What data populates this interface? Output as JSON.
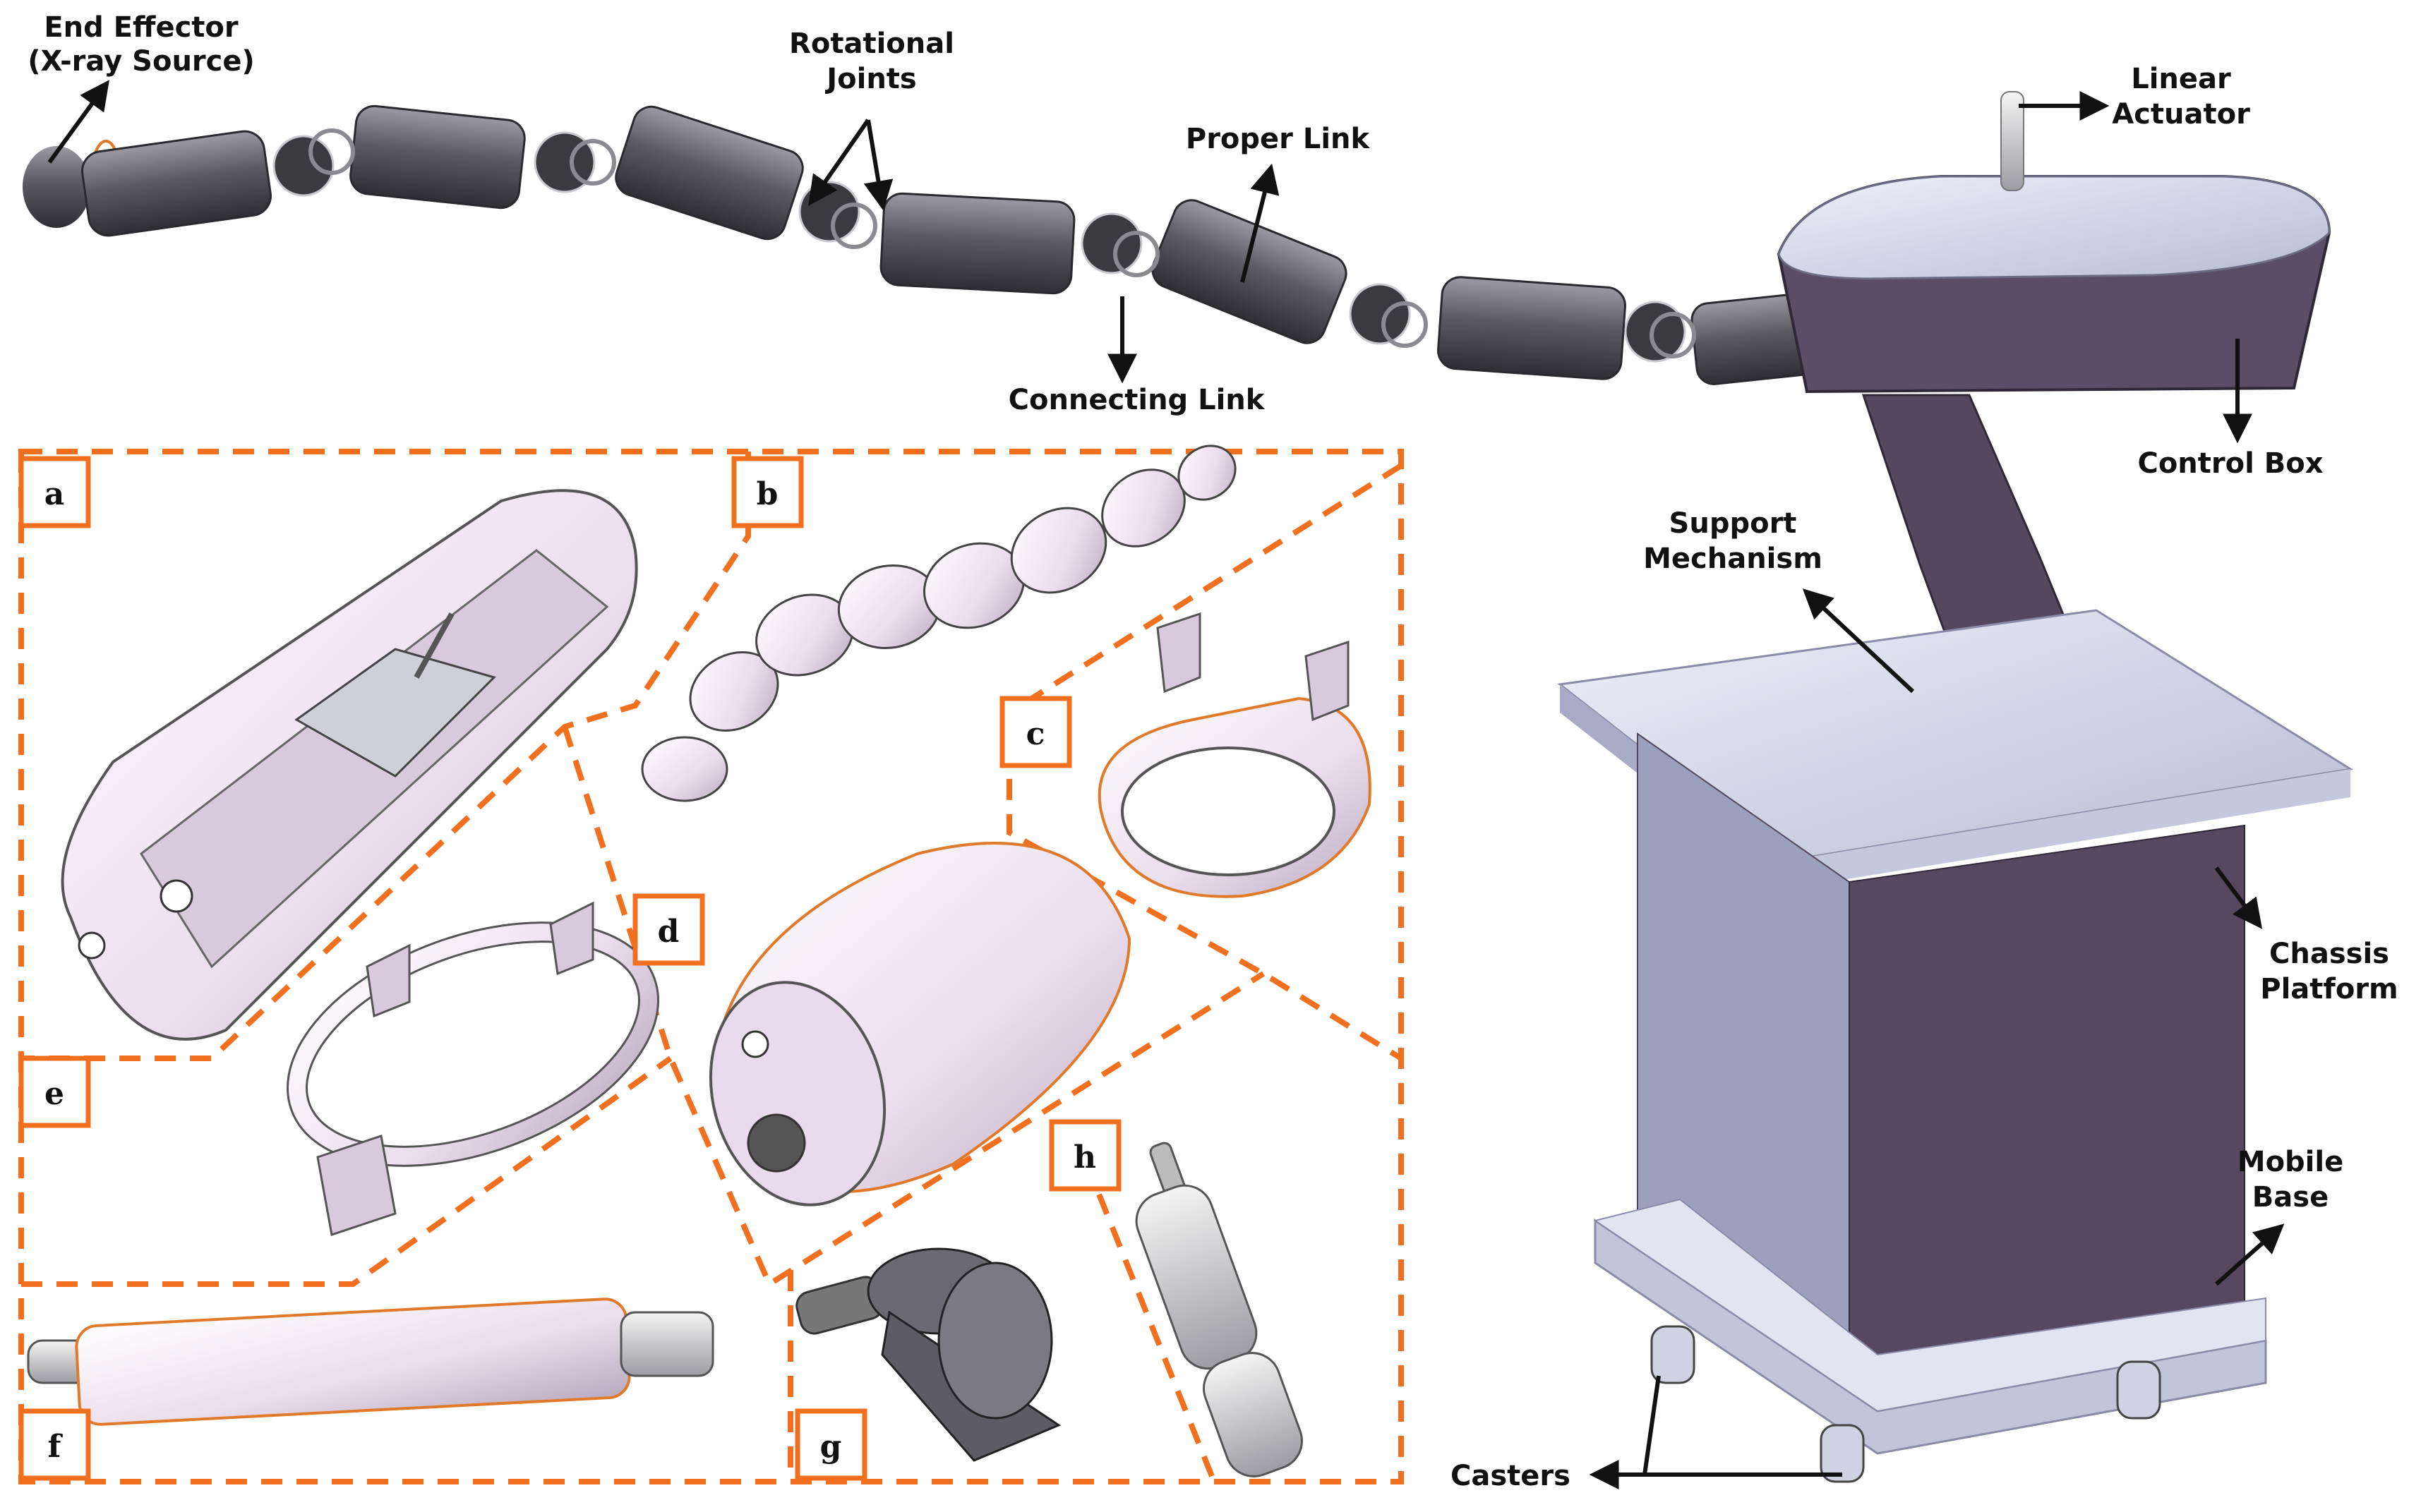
{
  "colors": {
    "accent_dashes": "#f07020",
    "arm_dark": "#4a4a4f",
    "arm_light": "#8c8c92",
    "cart_body": "#56485f",
    "cart_light": "#c9cadf",
    "part_pink": "#ecdfee",
    "label_text": "#111111"
  },
  "labels": {
    "end_effector_1": "End Effector",
    "end_effector_2": "(X-ray  Source)",
    "rotational_1": "Rotational",
    "rotational_2": "Joints",
    "proper_link": "Proper Link",
    "connecting_link": "Connecting Link",
    "linear_1": "Linear",
    "linear_2": "Actuator",
    "control_box": "Control Box",
    "support_1": "Support",
    "support_2": "Mechanism",
    "chassis_1": "Chassis",
    "chassis_2": "Platform",
    "mobile_1": "Mobile",
    "mobile_2": "Base",
    "casters": "Casters"
  },
  "panels": {
    "a": "a",
    "b": "b",
    "c": "c",
    "d": "d",
    "e": "e",
    "f": "f",
    "g": "g",
    "h": "h"
  },
  "icons": {
    "arm": "snake-robot-arm-icon",
    "cart": "mobile-cart-icon",
    "gear": "bevel-gear-icon",
    "actuator": "linear-actuator-icon"
  }
}
